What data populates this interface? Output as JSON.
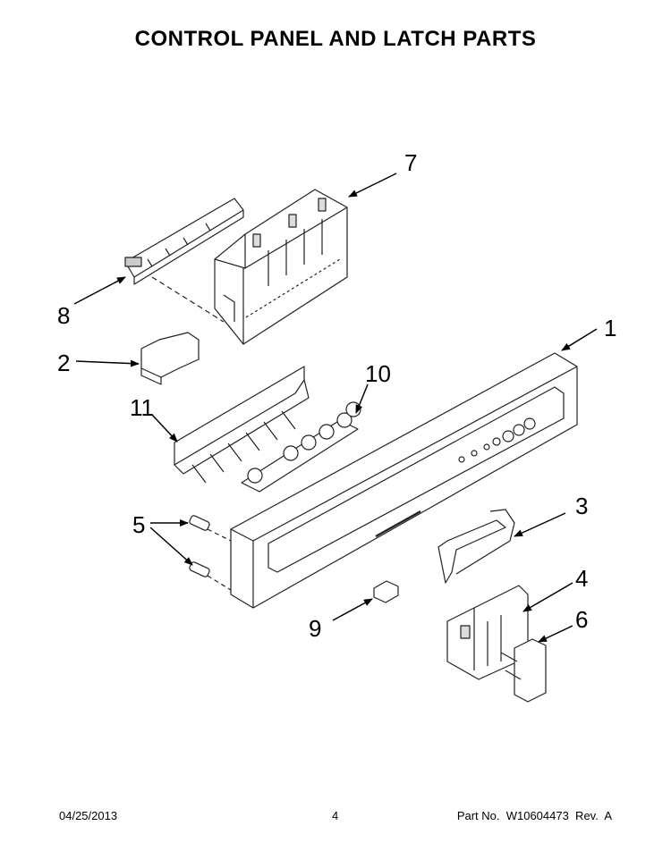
{
  "title": "CONTROL PANEL AND LATCH PARTS",
  "callouts": {
    "c1": "1",
    "c2": "2",
    "c3": "3",
    "c4": "4",
    "c5": "5",
    "c6": "6",
    "c7": "7",
    "c8": "8",
    "c9": "9",
    "c10": "10",
    "c11": "11"
  },
  "footer": {
    "date": "04/25/2013",
    "page": "4",
    "part_no": "Part No.  W10604473  Rev.  A"
  }
}
